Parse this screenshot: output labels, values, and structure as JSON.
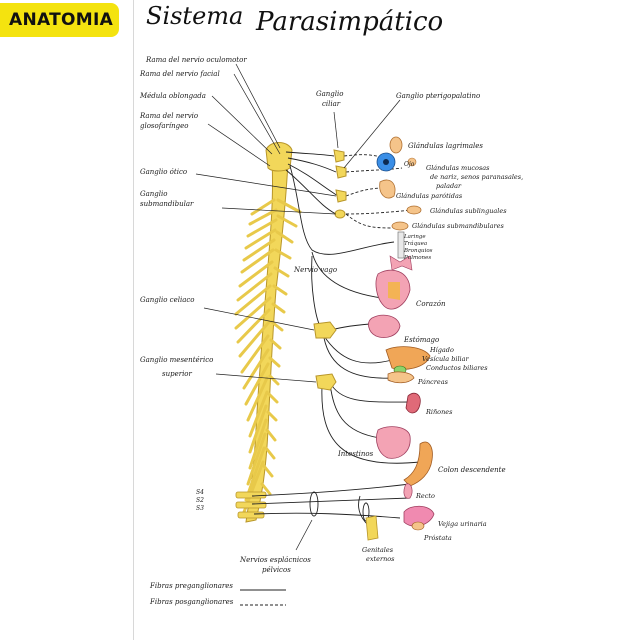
{
  "badge": "ANATOMIA",
  "title_part1": "Sistema",
  "title_part2": "Parasimpático",
  "labels": {
    "nervio_oculomotor": "Rama del nervio oculomotor",
    "nervio_facial": "Rama del nervio facial",
    "medula": "Médula oblongada",
    "glosofaringeo_1": "Rama del nervio",
    "glosofaringeo_2": "glosofaríngeo",
    "ganglio_otico": "Ganglio ótico",
    "submandibular_1": "Ganglio",
    "submandibular_2": "submandibular",
    "ciliar_1": "Ganglio",
    "ciliar_2": "ciliar",
    "pterigopalatino": "Ganglio pterigopalatino",
    "lagrimales": "Glándulas lagrimales",
    "ojo": "Ojo",
    "mucosas_1": "Glándulas mucosas",
    "mucosas_2": "de nariz, senos paranasales,",
    "mucosas_3": "paladar",
    "parotidas": "Glándulas parótidas",
    "sublinguales": "Glándulas sublinguales",
    "submandibulares": "Glándulas submandibulares",
    "laringe": "Laringe",
    "traquea": "Tráquea",
    "bronquios": "Bronquios",
    "pulmones": "Pulmones",
    "nervio_vago": "Nervio vago",
    "corazon": "Corazón",
    "ganglio_celiaco": "Ganglio celiaco",
    "estomago": "Estómago",
    "higado": "Hígado",
    "vesicula": "Vesícula biliar",
    "conductos": "Conductos biliares",
    "mesenterico_1": "Ganglio mesentérico",
    "mesenterico_2": "superior",
    "pancreas": "Páncreas",
    "rinones": "Riñones",
    "intestinos": "Intestinos",
    "colon": "Colon descendente",
    "recto": "Recto",
    "s2": "S2",
    "s3": "S3",
    "s4": "S4",
    "vejiga": "Vejiga urinaria",
    "prostata": "Próstata",
    "genitales_1": "Genitales",
    "genitales_2": "externos",
    "nervios_1": "Nervios esplácnicos",
    "nervios_2": "pélvicos"
  },
  "legend": {
    "pre": "Fibras preganglionares",
    "post": "Fibras posganglionares"
  },
  "colors": {
    "nerve_yellow": "#f2d75a",
    "nerve_outline": "#b8962a",
    "badge_yellow": "#f4e30f",
    "organ_pink": "#f3a3b4",
    "organ_orange": "#f0a657",
    "eye_blue": "#3a8ee6"
  }
}
